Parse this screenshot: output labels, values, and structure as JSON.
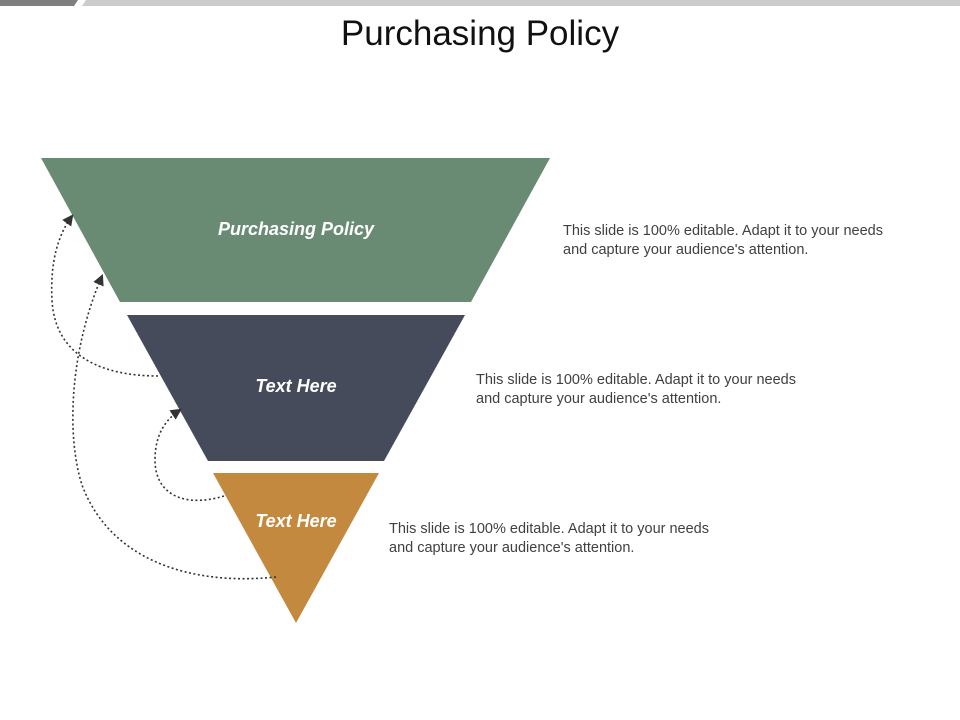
{
  "title": "Purchasing Policy",
  "colors": {
    "tier1": "#6a8b73",
    "tier2": "#454b5b",
    "tier3": "#c38a3f",
    "connector": "#333333",
    "bar_dark": "#7f7f7f",
    "bar_light": "#cccccc"
  },
  "funnel": {
    "tiers": [
      {
        "label": "Purchasing Policy",
        "description": "This slide is 100% editable. Adapt it to your needs and capture your audience's attention."
      },
      {
        "label": "Text Here",
        "description": "This slide is 100% editable. Adapt it to your needs and capture your audience's attention."
      },
      {
        "label": "Text Here",
        "description": "This slide is 100% editable. Adapt it to your needs and capture your audience's attention."
      }
    ]
  }
}
